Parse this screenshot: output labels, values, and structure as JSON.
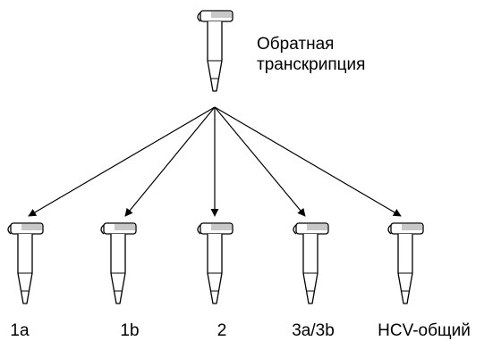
{
  "source": {
    "label_line1": "Обратная",
    "label_line2": "транскрипция"
  },
  "targets": [
    {
      "label": "1a"
    },
    {
      "label": "1b"
    },
    {
      "label": "2"
    },
    {
      "label": "3a/3b"
    },
    {
      "label": "HCV-общий"
    }
  ],
  "colors": {
    "stroke": "#000000",
    "cap_fill": "#c8c8c8",
    "background": "#ffffff"
  }
}
